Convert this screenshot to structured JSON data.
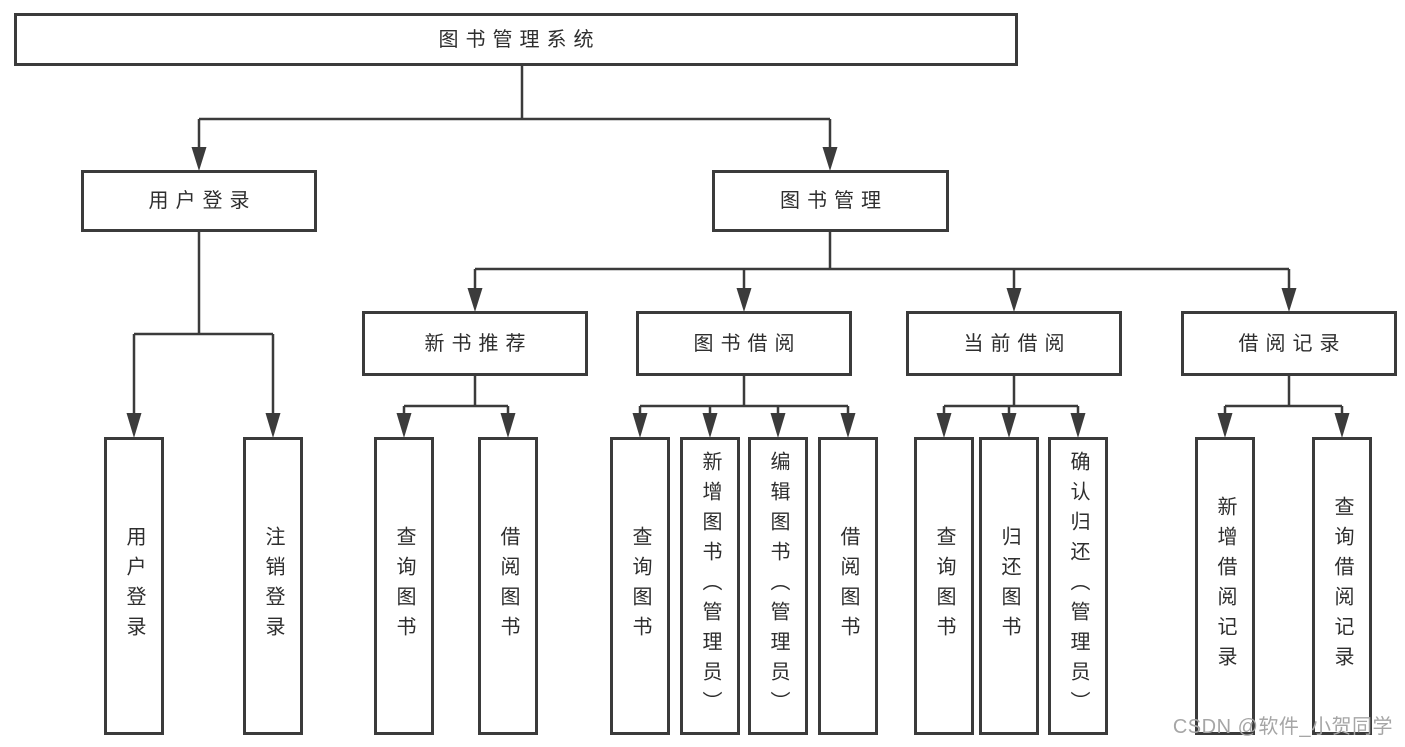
{
  "colors": {
    "line": "#3b3b3b",
    "text": "#2e2e2e",
    "watermark": "#a6a6a6",
    "background": "#ffffff"
  },
  "watermark": {
    "text": "CSDN @软件_小贺同学"
  },
  "tree": {
    "label": "图书管理系统",
    "children": [
      {
        "label": "用户登录",
        "children": [
          {
            "label": "用户登录"
          },
          {
            "label": "注销登录"
          }
        ]
      },
      {
        "label": "图书管理",
        "children": [
          {
            "label": "新书推荐",
            "children": [
              {
                "label": "查询图书"
              },
              {
                "label": "借阅图书"
              }
            ]
          },
          {
            "label": "图书借阅",
            "children": [
              {
                "label": "查询图书"
              },
              {
                "label": "新增图书（管理员）"
              },
              {
                "label": "编辑图书（管理员）"
              },
              {
                "label": "借阅图书"
              }
            ]
          },
          {
            "label": "当前借阅",
            "children": [
              {
                "label": "查询图书"
              },
              {
                "label": "归还图书"
              },
              {
                "label": "确认归还（管理员）"
              }
            ]
          },
          {
            "label": "借阅记录",
            "children": [
              {
                "label": "新增借阅记录"
              },
              {
                "label": "查询借阅记录"
              }
            ]
          }
        ]
      }
    ]
  }
}
